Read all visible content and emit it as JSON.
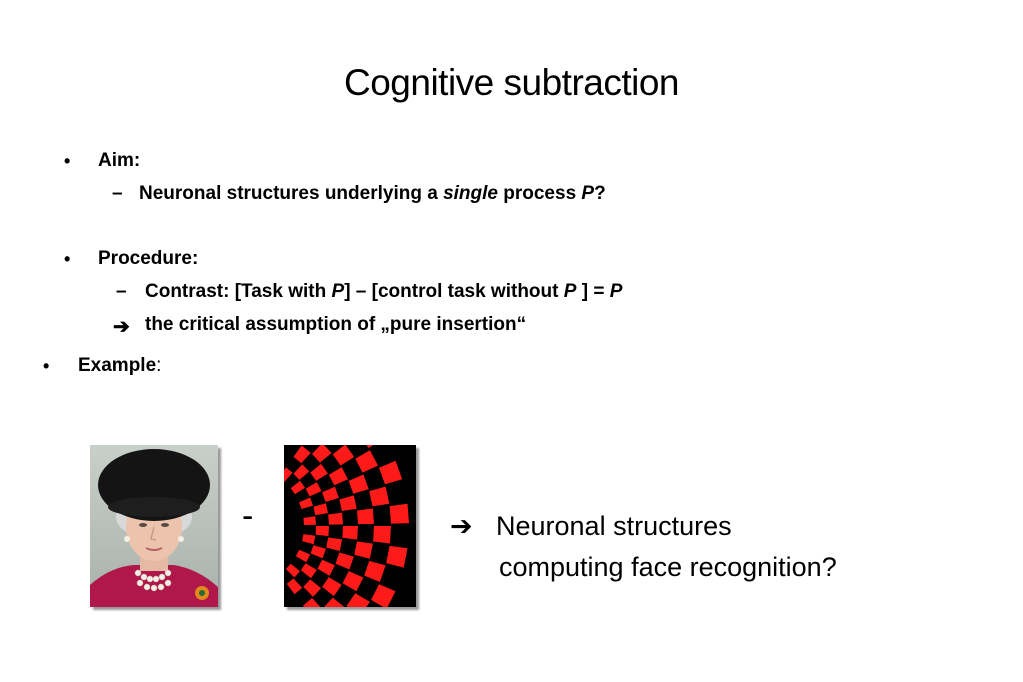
{
  "slide": {
    "title": "Cognitive subtraction",
    "aim": {
      "heading": "Aim:",
      "sub_pre": "Neuronal structures underlying a ",
      "sub_ital": "single",
      "sub_mid": " process ",
      "sub_p": "P",
      "sub_end": "?"
    },
    "procedure": {
      "heading": "Procedure:",
      "contrast_pre": "Contrast: [Task with ",
      "contrast_p1": "P",
      "contrast_mid": "] – [control task without ",
      "contrast_p2": "P",
      "contrast_eq": " ] = ",
      "contrast_p3": "P",
      "assumption": "the critical assumption of „pure insertion“"
    },
    "example": {
      "heading": "Example",
      "colon": ":"
    },
    "minus": "-",
    "result_line1": "Neuronal structures",
    "result_line2": "computing face recognition?",
    "icons": {
      "bullet": "•",
      "dash": "–",
      "arrow": "➔"
    },
    "colors": {
      "text": "#000000",
      "checker_red": "#ff1a1a",
      "checker_bg": "#000000"
    }
  }
}
